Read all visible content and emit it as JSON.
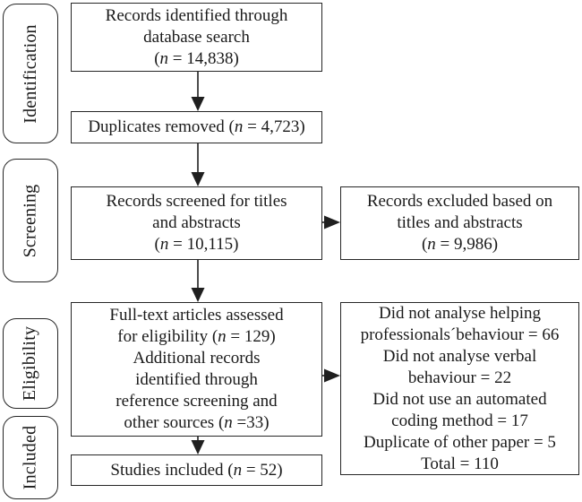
{
  "stages": [
    {
      "label": "Identification"
    },
    {
      "label": "Screening"
    },
    {
      "label": "Eligibility"
    },
    {
      "label": "Included"
    }
  ],
  "boxes": {
    "identified": {
      "lines": [
        "Records identified through",
        "database search",
        "(*n* = 14,838)"
      ]
    },
    "duplicates": {
      "lines": [
        "Duplicates removed (*n* = 4,723)"
      ]
    },
    "screened": {
      "lines": [
        "Records screened for titles",
        "and abstracts",
        "(*n* = 10,115)"
      ]
    },
    "excluded": {
      "lines": [
        "Records excluded based on",
        "titles and abstracts",
        "(*n* = 9,986)"
      ]
    },
    "fulltext": {
      "lines": [
        "Full-text articles assessed",
        "for eligibility (*n* = 129)",
        "Additional records",
        "identified through",
        "reference screening and",
        "other sources (*n* =33)"
      ]
    },
    "reasons": {
      "lines": [
        "Did not analyse helping",
        "professionals´behaviour = 66",
        "Did not analyse verbal",
        "behaviour = 22",
        "Did not use an automated",
        "coding method = 17",
        "Duplicate of other paper = 5",
        "Total = 110"
      ]
    },
    "included_studies": {
      "lines": [
        "Studies included (*n* = 52)"
      ]
    }
  },
  "colors": {
    "border": "#262626",
    "arrow": "#1f1f1f",
    "text": "#1a1a1a",
    "background": "#ffffff"
  }
}
